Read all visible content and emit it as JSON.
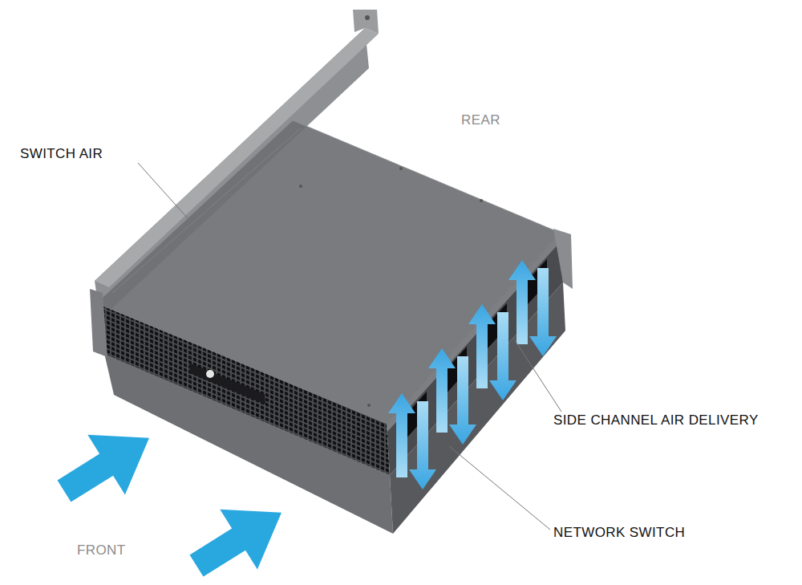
{
  "diagram": {
    "labels": [
      "REAR",
      "SWITCH AIR",
      "SIDE CHANNEL AIR DELIVERY",
      "NETWORK SWITCH",
      "FRONT"
    ]
  }
}
